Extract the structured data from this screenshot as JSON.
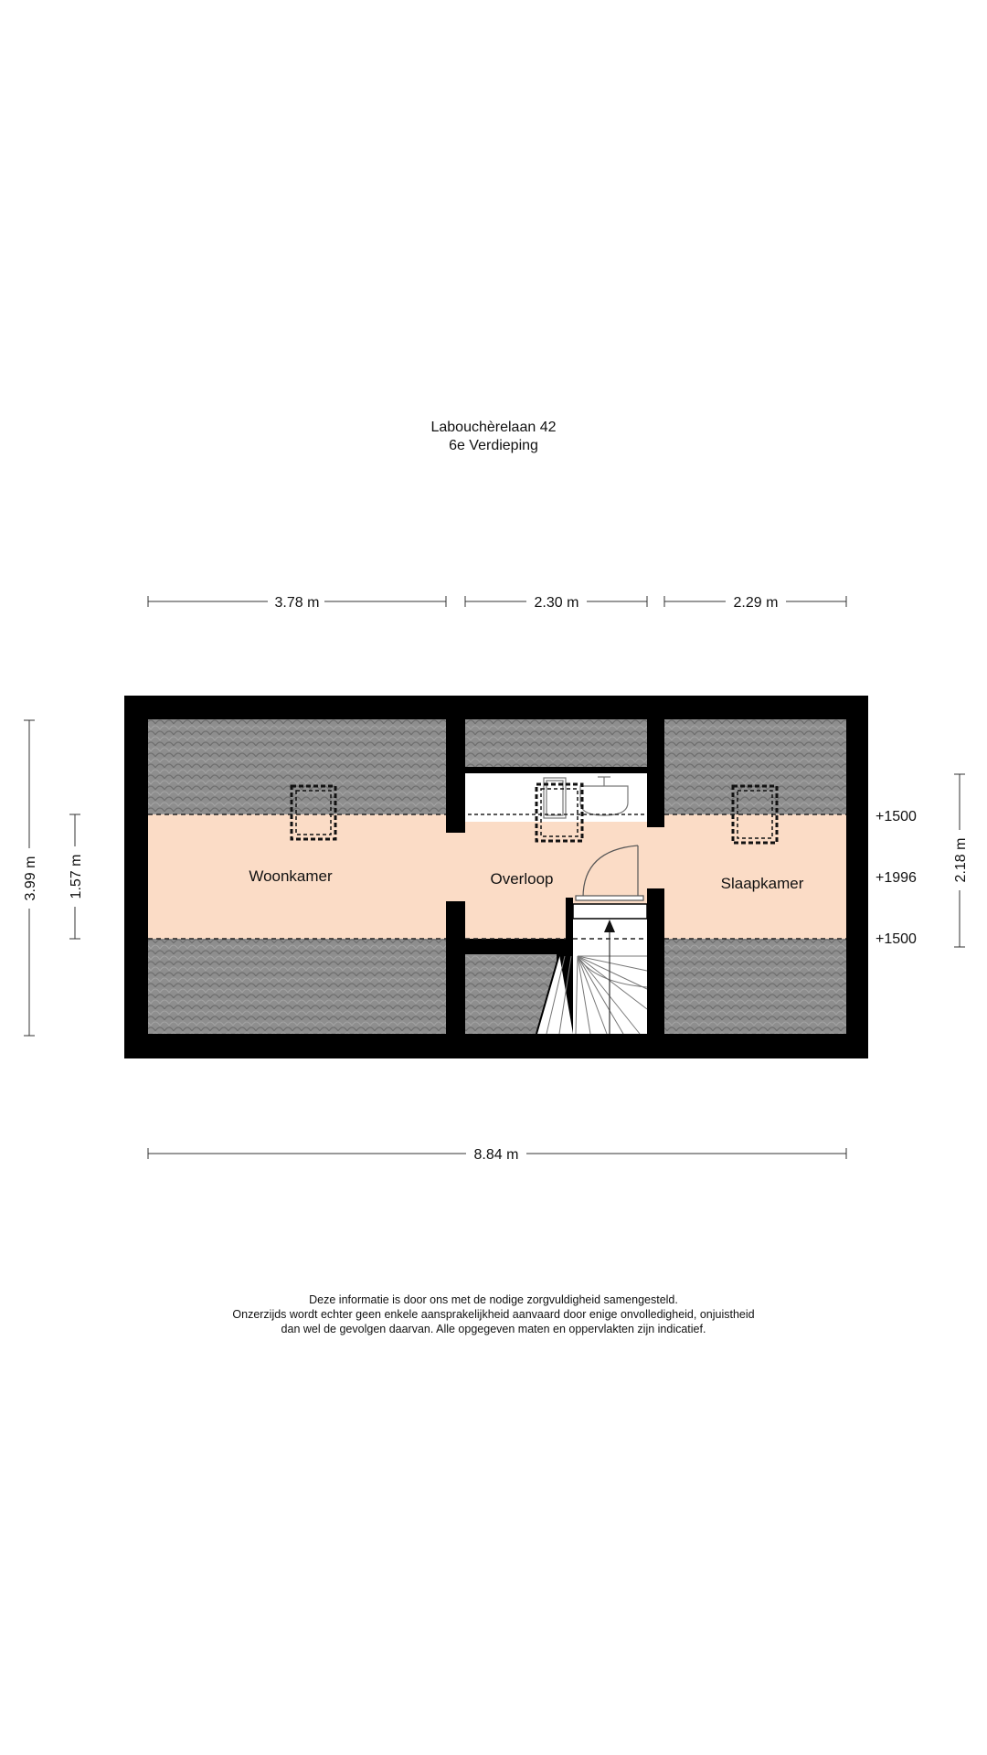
{
  "header": {
    "address": "Labouchèrelaan 42",
    "floor": "6e Verdieping"
  },
  "dimensions": {
    "top_left": "3.78 m",
    "top_middle": "2.30 m",
    "top_right": "2.29 m",
    "bottom_total": "8.84 m",
    "left_outer": "3.99 m",
    "left_inner": "1.57 m",
    "right": "2.18 m"
  },
  "heights": {
    "upper": "+1500",
    "middle": "+1996",
    "lower": "+1500"
  },
  "rooms": {
    "woonkamer": "Woonkamer",
    "overloop": "Overloop",
    "slaapkamer": "Slaapkamer"
  },
  "disclaimer": {
    "line1": "Deze informatie is door ons met de nodige zorgvuldigheid samengesteld.",
    "line2": "Onzerzijds wordt echter geen enkele aansprakelijkheid aanvaard door enige onvolledigheid, onjuistheid",
    "line3": "dan wel de gevolgen daarvan. Alle opgegeven maten en oppervlakten zijn indicatief."
  },
  "colors": {
    "wall": "#000000",
    "floor": "#fbdcc6",
    "roof_tiles": "#8e8e8e",
    "background": "#ffffff"
  }
}
